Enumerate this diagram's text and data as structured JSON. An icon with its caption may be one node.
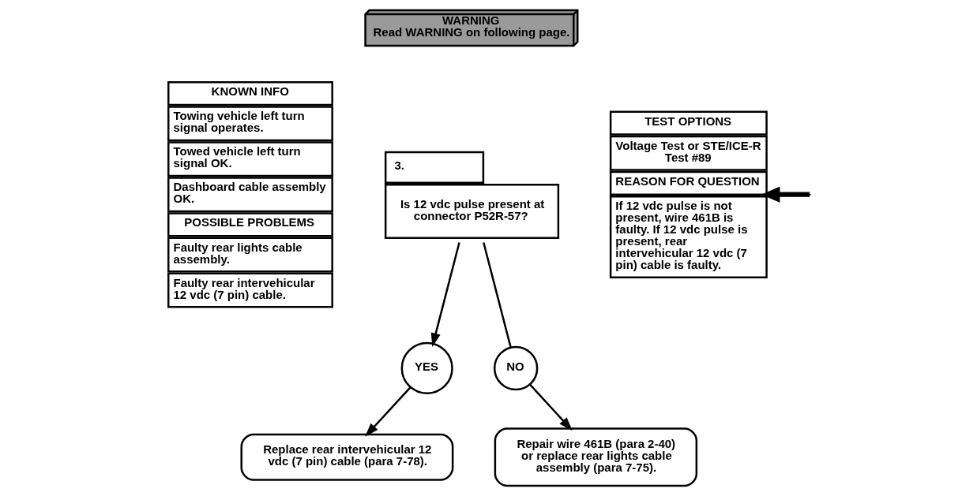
{
  "diagram": {
    "nodes": [
      {
        "text": [
          "KNOWN INFO",
          "Towing vehicle left turn signal operates.",
          "Towed vehicle left turn signal OK.",
          "Dashboard cable assembly OK.",
          "POSSIBLE PROBLEMS",
          "Faulty rear lights cable assembly.",
          "Faulty rear intervehicular 12 vdc (7 pin) cable."
        ]
      },
      {
        "text": [
          "3.",
          "Is 12 vdc pulse present at connector P52R-57?"
        ]
      },
      {
        "text": [
          "WARNING",
          "Read WARNING on following page."
        ]
      },
      {
        "text": [
          "TEST OPTIONS",
          "Voltage Test or STE/ICE-R Test #89",
          "REASON FOR QUESTION",
          "If 12 vdc pulse is not present, wire 461B is faulty. If 12 vdc pulse is present, rear intervehicular 12 vdc (7 pin) cable is faulty."
        ]
      },
      {
        "text": [
          "NO"
        ]
      },
      {
        "text": [
          "YES"
        ]
      },
      {
        "text": [
          "Repair wire 461B (para 2-40) or replace rear lights cable assembly (para 7-75)."
        ]
      },
      {
        "text": [
          "Replace rear intervehicular 12 vdc (7 pin) cable (para 7-78)."
        ]
      }
    ],
    "edges": [
      {
        "from": 1,
        "to": 5,
        "arrow": "to"
      },
      {
        "from": 1,
        "to": 4,
        "arrow": "none"
      },
      {
        "from": 4,
        "to": 6,
        "arrow": "to"
      },
      {
        "from": 5,
        "to": 7,
        "arrow": "to"
      },
      {
        "from": null,
        "to": 3,
        "arrow": "to",
        "style": "thick"
      }
    ]
  }
}
